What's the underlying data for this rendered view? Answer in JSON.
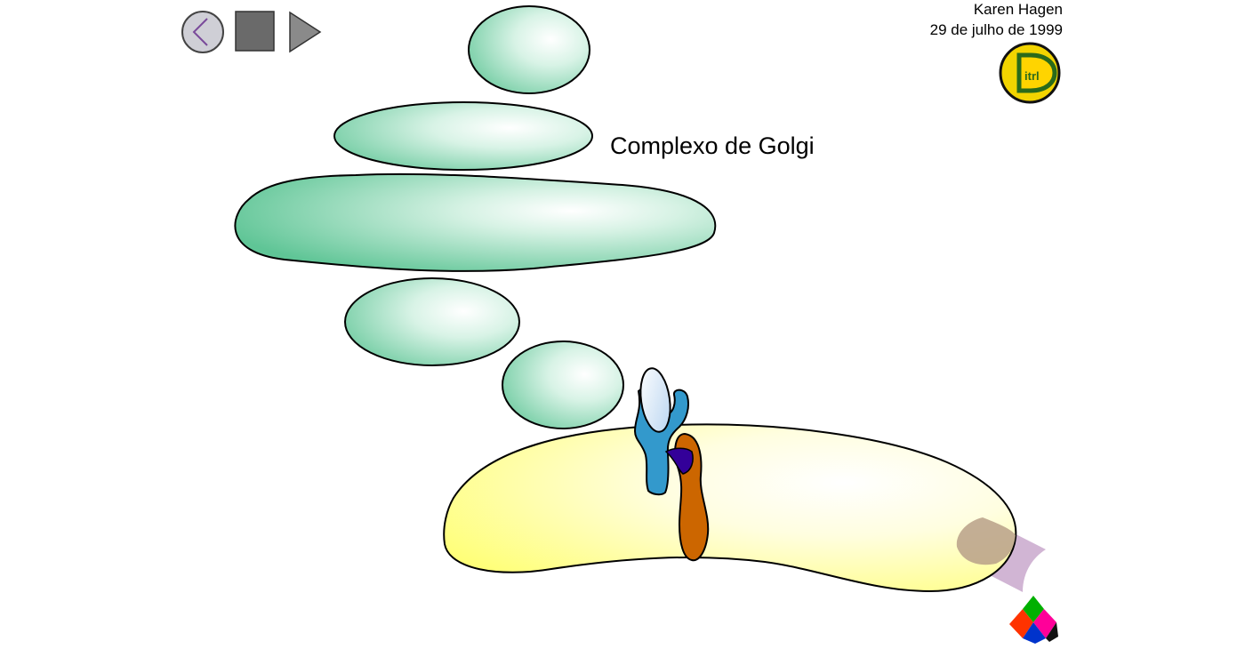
{
  "header": {
    "author": "Karen Hagen",
    "date": "29 de julho de 1999"
  },
  "logo": {
    "text": "itrl",
    "letter": "D"
  },
  "controls": {
    "back_icon": "chevron-left-icon",
    "stop_icon": "square-stop-icon",
    "play_icon": "triangle-play-icon"
  },
  "diagram": {
    "label": "Complexo de Golgi"
  },
  "colors": {
    "golgi_fill": "#6fcfa0",
    "cell_fill": "#ffff66",
    "receptor_blue": "#3399cc",
    "receptor_orange": "#cc6600",
    "ligand_purple": "#330099",
    "outline": "#000000"
  }
}
